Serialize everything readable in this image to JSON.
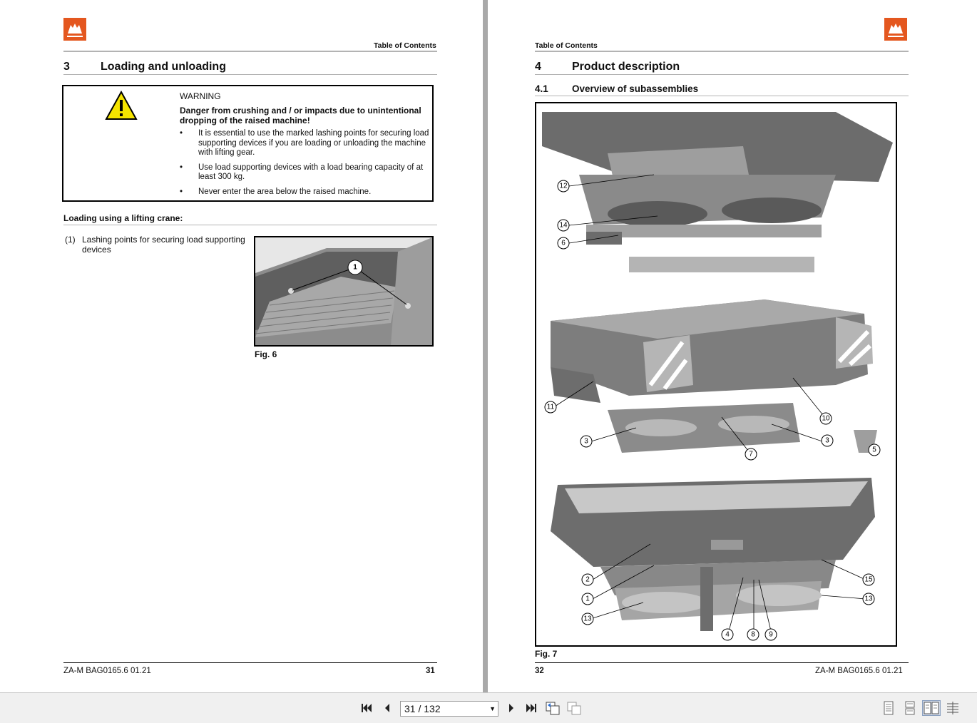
{
  "viewer": {
    "page_current": "31",
    "page_sep": "/",
    "page_total": "132"
  },
  "left_page": {
    "header": "Table of Contents",
    "chapter_num": "3",
    "chapter_title": "Loading and unloading",
    "warning": {
      "title": "WARNING",
      "subtitle": "Danger from crushing and / or impacts due to unintentional dropping of the raised machine!",
      "items": [
        "It is essential to use the marked lashing points for securing load supporting devices if you are loading or unloading the machine with lifting gear.",
        "Use load supporting devices with a load bearing capacity of at least 300 kg.",
        "Never enter the area below the raised machine."
      ]
    },
    "section_title": "Loading using a lifting crane:",
    "legend_num": "(1)",
    "legend_text": "Lashing points for securing load supporting devices",
    "figure_callout": "1",
    "figure_caption": "Fig. 6",
    "footer_doc": "ZA-M  BAG0165.6  01.21",
    "footer_page": "31"
  },
  "right_page": {
    "header": "Table of Contents",
    "chapter_num": "4",
    "chapter_title": "Product description",
    "section_num": "4.1",
    "section_title": "Overview of subassemblies",
    "callouts_top": [
      "12",
      "14",
      "6"
    ],
    "callouts_middle": [
      "11",
      "3",
      "7",
      "3",
      "10",
      "5"
    ],
    "callouts_bottom": [
      "2",
      "1",
      "13",
      "4",
      "8",
      "9",
      "15",
      "13"
    ],
    "figure_caption": "Fig. 7",
    "footer_page": "32",
    "footer_doc": "ZA-M  BAG0165.6  01.21"
  },
  "colors": {
    "brand": "#e4571f",
    "warning_yellow": "#f5e400",
    "machine_gray": "#777777"
  }
}
